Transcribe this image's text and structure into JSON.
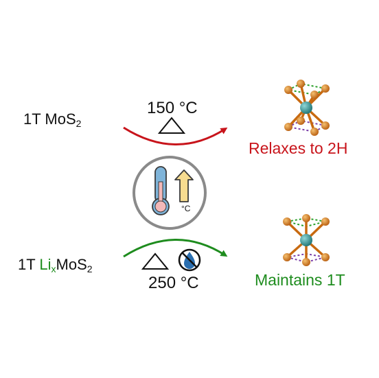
{
  "row_top": {
    "material_prefix": "1T MoS",
    "material_subscript": "2",
    "temperature": "150 °C",
    "result": "Relaxes to 2H"
  },
  "row_bottom": {
    "material_prefix": "1T ",
    "li_text": "Li",
    "li_subscript": "x",
    "material_suffix": "MoS",
    "material_subscript": "2",
    "temperature": "250 °C",
    "result": "Maintains 1T"
  },
  "center_icon": {
    "unit_label": "°C",
    "icons": [
      "thermometer-icon",
      "up-arrow-icon"
    ]
  },
  "colors": {
    "red": "#c8141b",
    "green": "#1e8c1e",
    "dark_text": "#111111",
    "gray_circle": "#8a8a8a",
    "sulfur_orange": "#d9781a",
    "molybdenum_teal": "#3a9b9b",
    "thermo_pink": "#f4b8b8",
    "thermo_blue": "#7fb4d9",
    "arrow_yellow": "#f7dc90"
  },
  "icons": {
    "heat_symbol": "triangle-icon",
    "no_water": "no-water-icon",
    "structure": "molecule-icon"
  }
}
